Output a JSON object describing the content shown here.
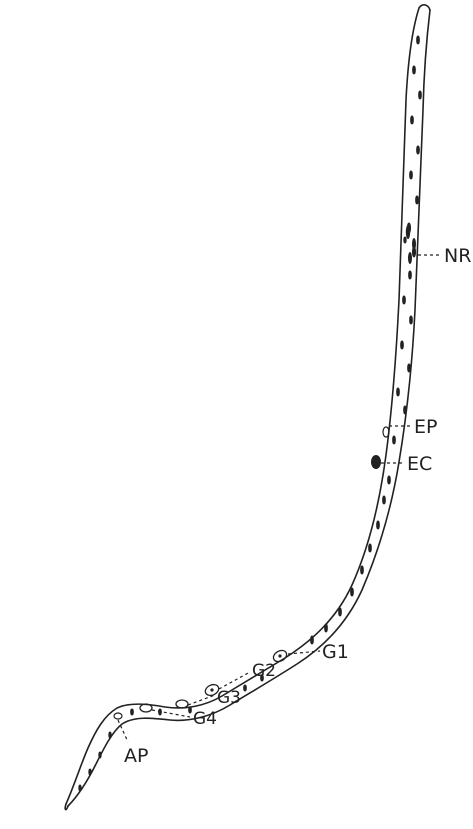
{
  "figure": {
    "ink_color": "#222222",
    "background_color": "#ffffff",
    "labels": {
      "nr": "NR",
      "ep": "EP",
      "ec": "EC",
      "g1": "G1",
      "g2": "G2",
      "g3": "G3",
      "g4": "G4",
      "ap": "AP"
    }
  }
}
